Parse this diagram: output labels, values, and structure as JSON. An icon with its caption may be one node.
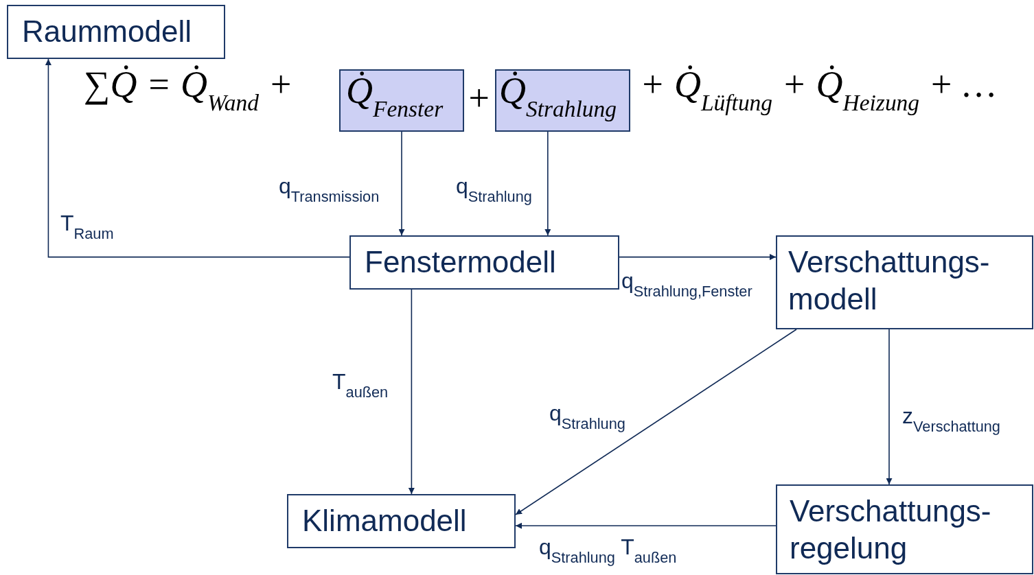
{
  "diagram": {
    "nodes": [
      {
        "text": [
          "Raummodell"
        ]
      },
      {
        "text": [
          "Q̇$_{Fenster}$"
        ]
      },
      {
        "text": [
          "Q̇$_{Strahlung}$"
        ]
      },
      {
        "text": [
          "Fenstermodell"
        ]
      },
      {
        "text": [
          "Verschattungs- modell"
        ]
      },
      {
        "text": [
          "Klimamodell"
        ]
      },
      {
        "text": [
          "Verschattungs- regelung"
        ]
      }
    ],
    "edges": [
      {
        "from": 1,
        "to": 3,
        "arrow": "to",
        "label": "q$_{Transmission}$"
      },
      {
        "from": 2,
        "to": 3,
        "arrow": "to",
        "label": "q$_{Strahlung}$"
      },
      {
        "from": 3,
        "to": 0,
        "arrow": "to",
        "label": "T$_{Raum}$"
      },
      {
        "from": 3,
        "to": 4,
        "arrow": "to",
        "label": "q$_{Strahlung,Fenster}$"
      },
      {
        "from": 3,
        "to": 5,
        "arrow": "to",
        "label": "T$_{außen}$"
      },
      {
        "from": 4,
        "to": 5,
        "arrow": "to",
        "label": "q$_{Strahlung}$"
      },
      {
        "from": 4,
        "to": 6,
        "arrow": "to",
        "label": "z$_{Verschattung}$"
      },
      {
        "from": 6,
        "to": 5,
        "arrow": "to",
        "label": "q$_{Strahlung}$ T$_{außen}$"
      }
    ],
    "labels": [
      "∑Q̇ = Q̇$_{Wand}$ +",
      "+",
      "+ Q̇$_{Lüftung}$ + Q̇$_{Heizung}$ + …"
    ]
  }
}
